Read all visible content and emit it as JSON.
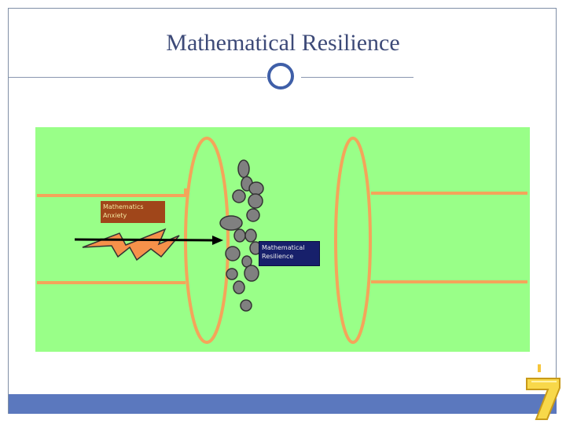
{
  "slide": {
    "title": "Mathematical Resilience"
  },
  "diagram": {
    "label_anxiety": "Mathematics Anxiety",
    "label_resilience": "Mathematical Resilience"
  },
  "colors": {
    "background_panel": "#99ff88",
    "pipe": "#f4a55a",
    "lightning": "#f6914a",
    "pebble": "#808080",
    "anxiety_box": "#a0461a",
    "resilience_box": "#17206b",
    "footer_bar": "#5b78be",
    "title": "#3d4a78"
  },
  "icons": [
    "circle-ornament-icon",
    "lightning-bolt-icon",
    "pebble-icon",
    "number-seven-icon"
  ]
}
